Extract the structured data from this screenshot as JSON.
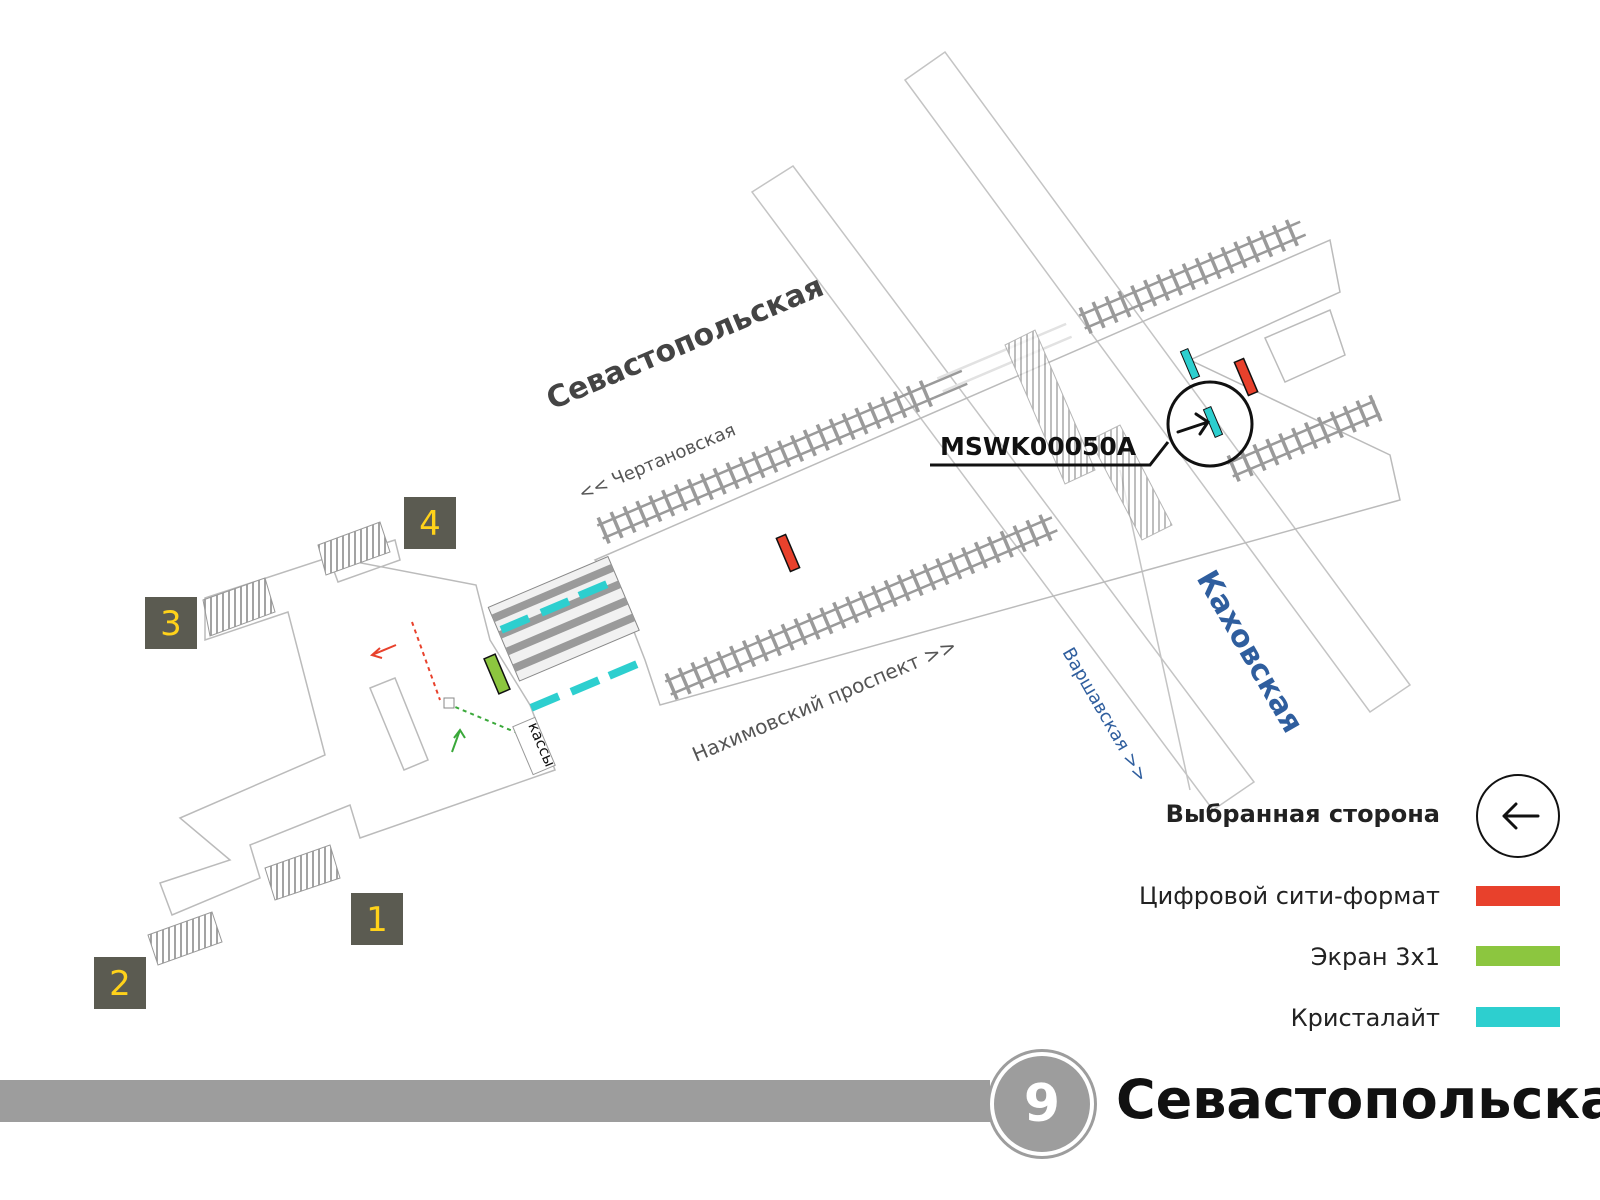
{
  "station": {
    "title": "Севастопольская",
    "line_number": "9",
    "line_color": "#9d9d9d"
  },
  "map": {
    "station_name_label": "Севастопольская",
    "transfer_station_label": "Каховская",
    "directions": {
      "chertanovskaya": "<< Чертановская",
      "nakhimovsky": "Нахимовский проспект >>",
      "varshavskaya": "Варшавская >>"
    },
    "kassy_label": "кассы",
    "highlight_code": "MSWK00050A",
    "exits": [
      "1",
      "2",
      "3",
      "4"
    ]
  },
  "legend": {
    "selected_side": "Выбранная сторона",
    "items": [
      {
        "label": "Цифровой сити-формат",
        "color": "#e8412c"
      },
      {
        "label": "Экран 3x1",
        "color": "#8cc63f"
      },
      {
        "label": "Кристалайт",
        "color": "#2dcfcf"
      }
    ],
    "arrow_icon": "arrow-left-icon"
  },
  "colors": {
    "outline": "#bbbbbb",
    "rail": "#9a9a9a",
    "exit_box": "#5b5b51",
    "exit_text": "#ffd21a",
    "transfer_label": "#2f5e9e"
  }
}
